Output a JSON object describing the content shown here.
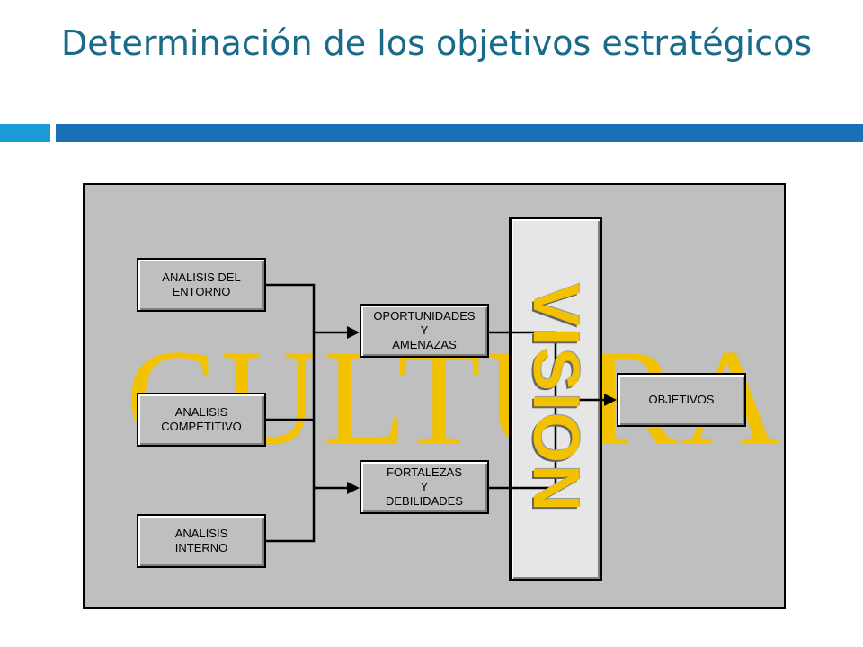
{
  "slide": {
    "title": "Determinación de los objetivos estratégicos"
  },
  "diagram": {
    "background_word": "CULTURA",
    "vision_label": "VISION",
    "nodes": {
      "analisis_entorno": "ANALISIS DEL\nENTORNO",
      "analisis_competitivo": "ANALISIS\nCOMPETITIVO",
      "analisis_interno": "ANALISIS\nINTERNO",
      "oportunidades": "OPORTUNIDADES\nY\nAMENAZAS",
      "fortalezas": "FORTALEZAS\nY\nDEBILIDADES",
      "objetivos": "OBJETIVOS"
    }
  },
  "colors": {
    "title": "#1a6a8a",
    "accent_light": "#1a9bd7",
    "accent_dark": "#1a71b8",
    "panel": "#bfbfbf",
    "gold": "#f2c200"
  }
}
